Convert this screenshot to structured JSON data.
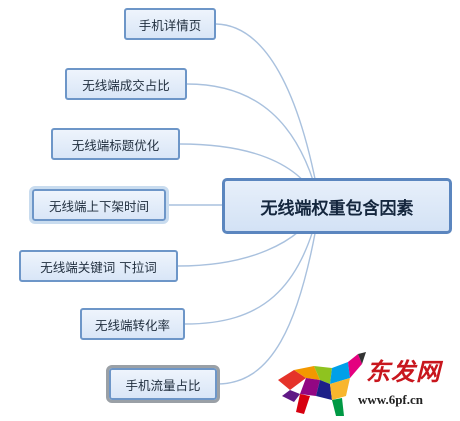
{
  "diagram": {
    "central": {
      "label": "无线端权重包含因素"
    },
    "branches": [
      {
        "label": "手机详情页"
      },
      {
        "label": "无线端成交占比"
      },
      {
        "label": "无线端标题优化"
      },
      {
        "label": "无线端上下架时间"
      },
      {
        "label": "无线端关键词 下拉词"
      },
      {
        "label": "无线端转化率"
      },
      {
        "label": "手机流量占比"
      }
    ],
    "link_color": "#a9c1de"
  },
  "watermark": {
    "brand": "东发网",
    "url": "www.6pf.cn"
  }
}
